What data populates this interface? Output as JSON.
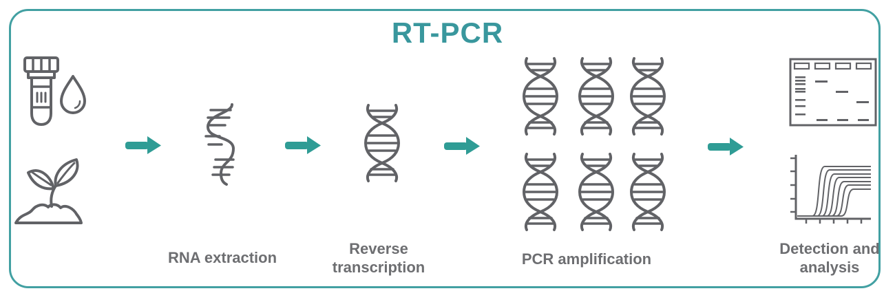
{
  "title": "RT-PCR",
  "colors": {
    "accent": "#2f9c95",
    "border": "#42a0a2",
    "icon": "#616266",
    "label": "#6d6e71",
    "bg": "#ffffff"
  },
  "steps": {
    "sample": {
      "icons": [
        "sample-tube-icon",
        "droplet-icon",
        "seedling-icon"
      ]
    },
    "rna_extraction": {
      "label": "RNA extraction",
      "icon": "rna-strand-icon"
    },
    "reverse_transcription": {
      "label_line1": "Reverse",
      "label_line2": "transcription",
      "icon": "dna-helix-icon"
    },
    "pcr_amplification": {
      "label": "PCR amplification",
      "icon": "dna-helix-icon",
      "helix_count": 6
    },
    "detection_analysis": {
      "label_line1": "Detection and",
      "label_line2": "analysis",
      "icons": [
        "gel-electrophoresis-icon",
        "amplification-curves-icon"
      ]
    }
  },
  "arrow_count": 4
}
